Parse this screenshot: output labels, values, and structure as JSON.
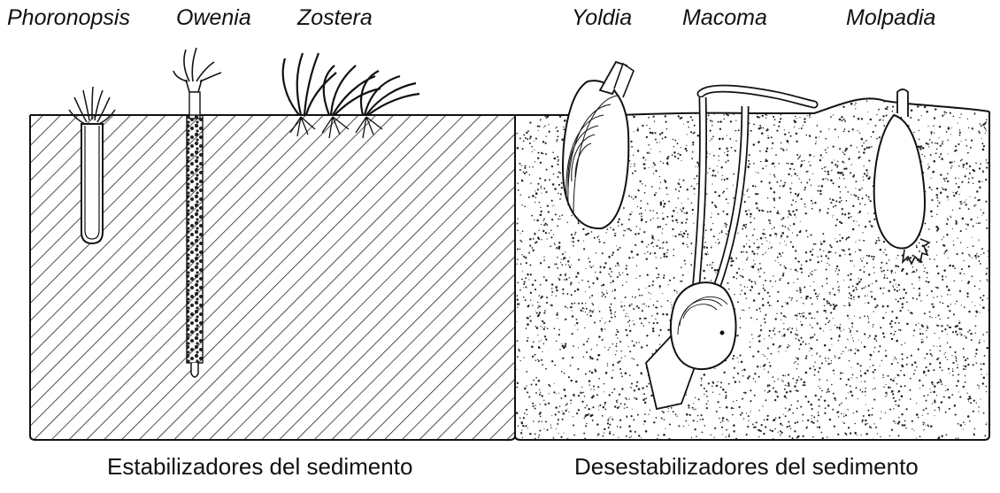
{
  "organisms": {
    "phoronopsis": "Phoronopsis",
    "owenia": "Owenia",
    "zostera": "Zostera",
    "yoldia": "Yoldia",
    "macoma": "Macoma",
    "molpadia": "Molpadia"
  },
  "sections": {
    "left_caption": "Estabilizadores del sedimento",
    "right_caption": "Desestabilizadores del sedimento"
  }
}
